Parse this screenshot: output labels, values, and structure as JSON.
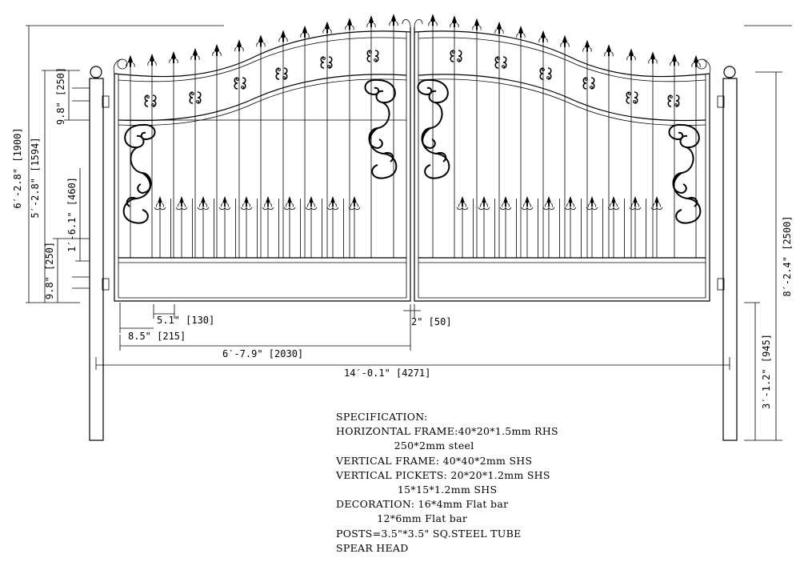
{
  "dimensions": {
    "h_1900": "6′-2.8\" [1900]",
    "h_1594": "5′-2.8\" [1594]",
    "h_250_top": "9.8\" [250]",
    "h_460": "1′-6.1\" [460]",
    "h_250_bot": "9.8\" [250]",
    "h_2500": "8′-2.4\" [2500]",
    "h_945": "3′-1.2\" [945]",
    "w_130": "5.1\" [130]",
    "w_215": "8.5\" [215]",
    "w_50": "2\" [50]",
    "w_2030": "6′-7.9\" [2030]",
    "w_4271": "14′-0.1\" [4271]"
  },
  "specification": {
    "title": "SPECIFICATION:",
    "lines": [
      "HORIZONTAL FRAME:40*20*1.5mm RHS",
      "                 250*2mm steel",
      "VERTICAL FRAME: 40*40*2mm SHS",
      "VERTICAL PICKETS: 20*20*1.2mm SHS",
      "                  15*15*1.2mm SHS",
      "DECORATION: 16*4mm Flat bar",
      "            12*6mm Flat bar",
      "POSTS=3.5\"*3.5\" SQ.STEEL TUBE",
      "SPEAR HEAD"
    ]
  }
}
